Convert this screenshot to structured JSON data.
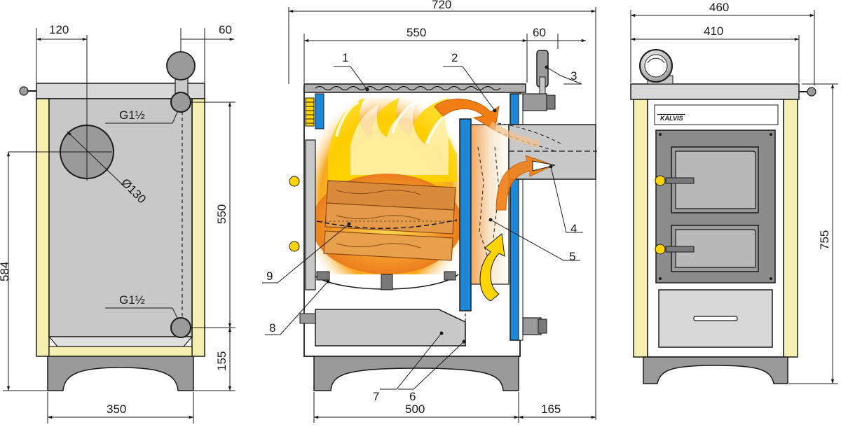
{
  "colors": {
    "panel": "#c8c8c8",
    "panel_dark": "#8c8c8c",
    "cream": "#f5efb0",
    "base": "#9a9a9a",
    "blue": "#1e88d8",
    "fire_yellow": "#ffd400",
    "fire_orange": "#f08a1e",
    "wood": "#d98a3a",
    "arrow_orange": "#f07e14",
    "line": "#1a1a1a"
  },
  "left_view": {
    "dim_top_left": "120",
    "dim_top_right": "60",
    "label_upper_connection": "G1½",
    "label_lower_connection": "G1½",
    "label_flue_diameter": "Ø130",
    "dim_height_total": "584",
    "dim_height_mid": "550",
    "dim_height_base": "155",
    "dim_width": "350"
  },
  "middle_view": {
    "dim_total_width": "720",
    "dim_inner_width": "550",
    "dim_connection": "60",
    "dim_base_width": "500",
    "dim_flue_depth": "165",
    "callouts": [
      "1",
      "2",
      "3",
      "4",
      "5",
      "6",
      "7",
      "8",
      "9"
    ]
  },
  "right_view": {
    "dim_outer_width": "460",
    "dim_inner_width": "410",
    "dim_height": "755",
    "brand": "KALVIS"
  }
}
